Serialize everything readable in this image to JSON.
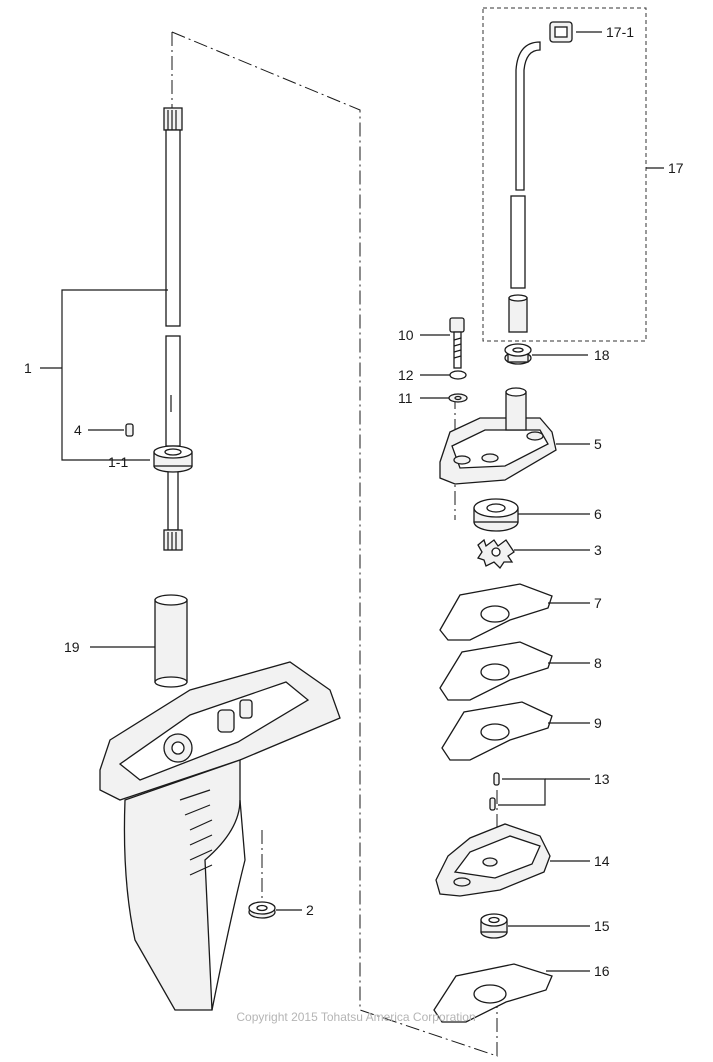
{
  "diagram": {
    "labels": {
      "p1": "1",
      "p1_1": "1-1",
      "p2": "2",
      "p3": "3",
      "p4": "4",
      "p5": "5",
      "p6": "6",
      "p7": "7",
      "p8": "8",
      "p9": "9",
      "p10": "10",
      "p11": "11",
      "p12": "12",
      "p13": "13",
      "p14": "14",
      "p15": "15",
      "p16": "16",
      "p17": "17",
      "p17_1": "17-1",
      "p18": "18",
      "p19": "19"
    },
    "copyright": "Copyright 2015 Tohatsu America Corporation"
  }
}
